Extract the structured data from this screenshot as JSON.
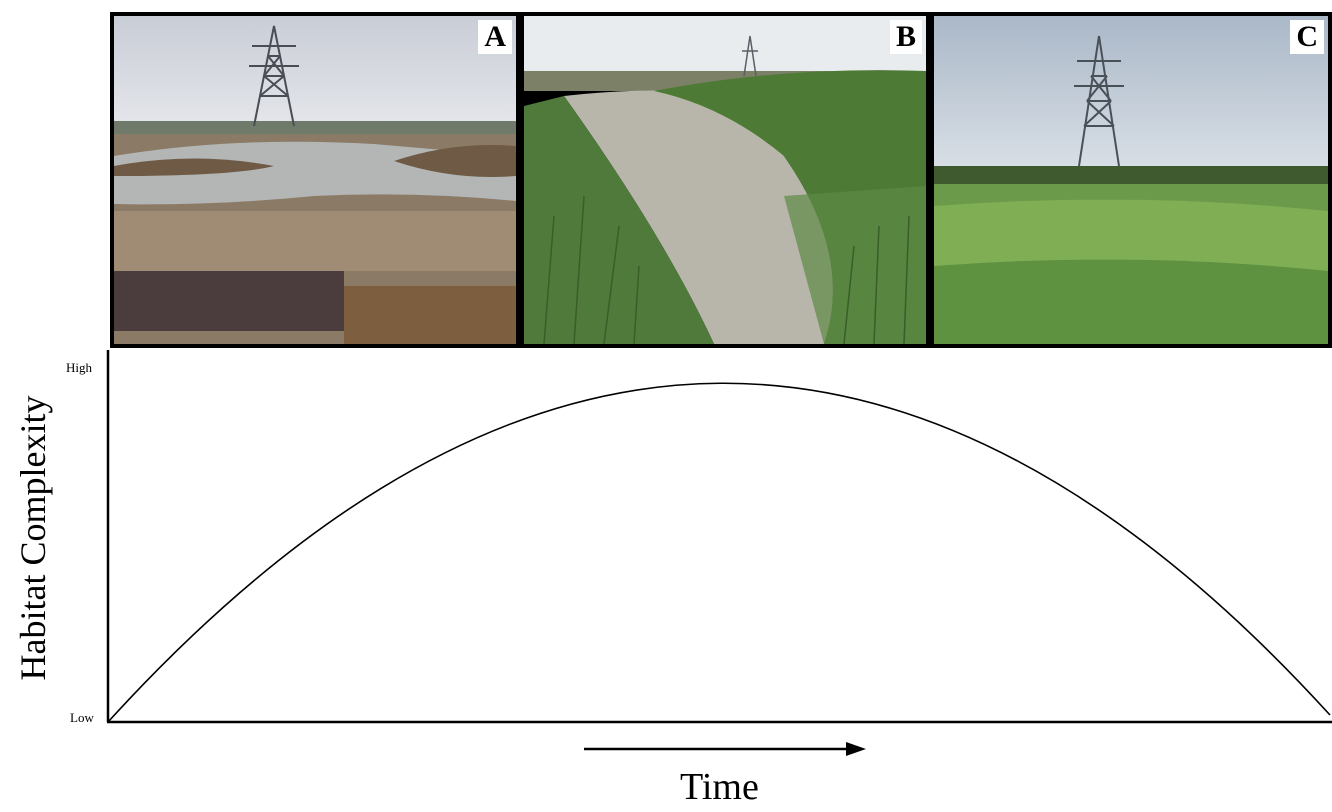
{
  "panels": [
    {
      "letter": "A",
      "scene": "pond-excavation-pylon-icon"
    },
    {
      "letter": "B",
      "scene": "reed-channel-icon"
    },
    {
      "letter": "C",
      "scene": "grassland-pylon-icon"
    }
  ],
  "axes": {
    "y_title": "Habitat Complexity",
    "y_high": "High",
    "y_low": "Low",
    "x_title": "Time"
  },
  "curve": {
    "shape": "arch",
    "start": "Low",
    "peak": "High",
    "end": "Low"
  }
}
